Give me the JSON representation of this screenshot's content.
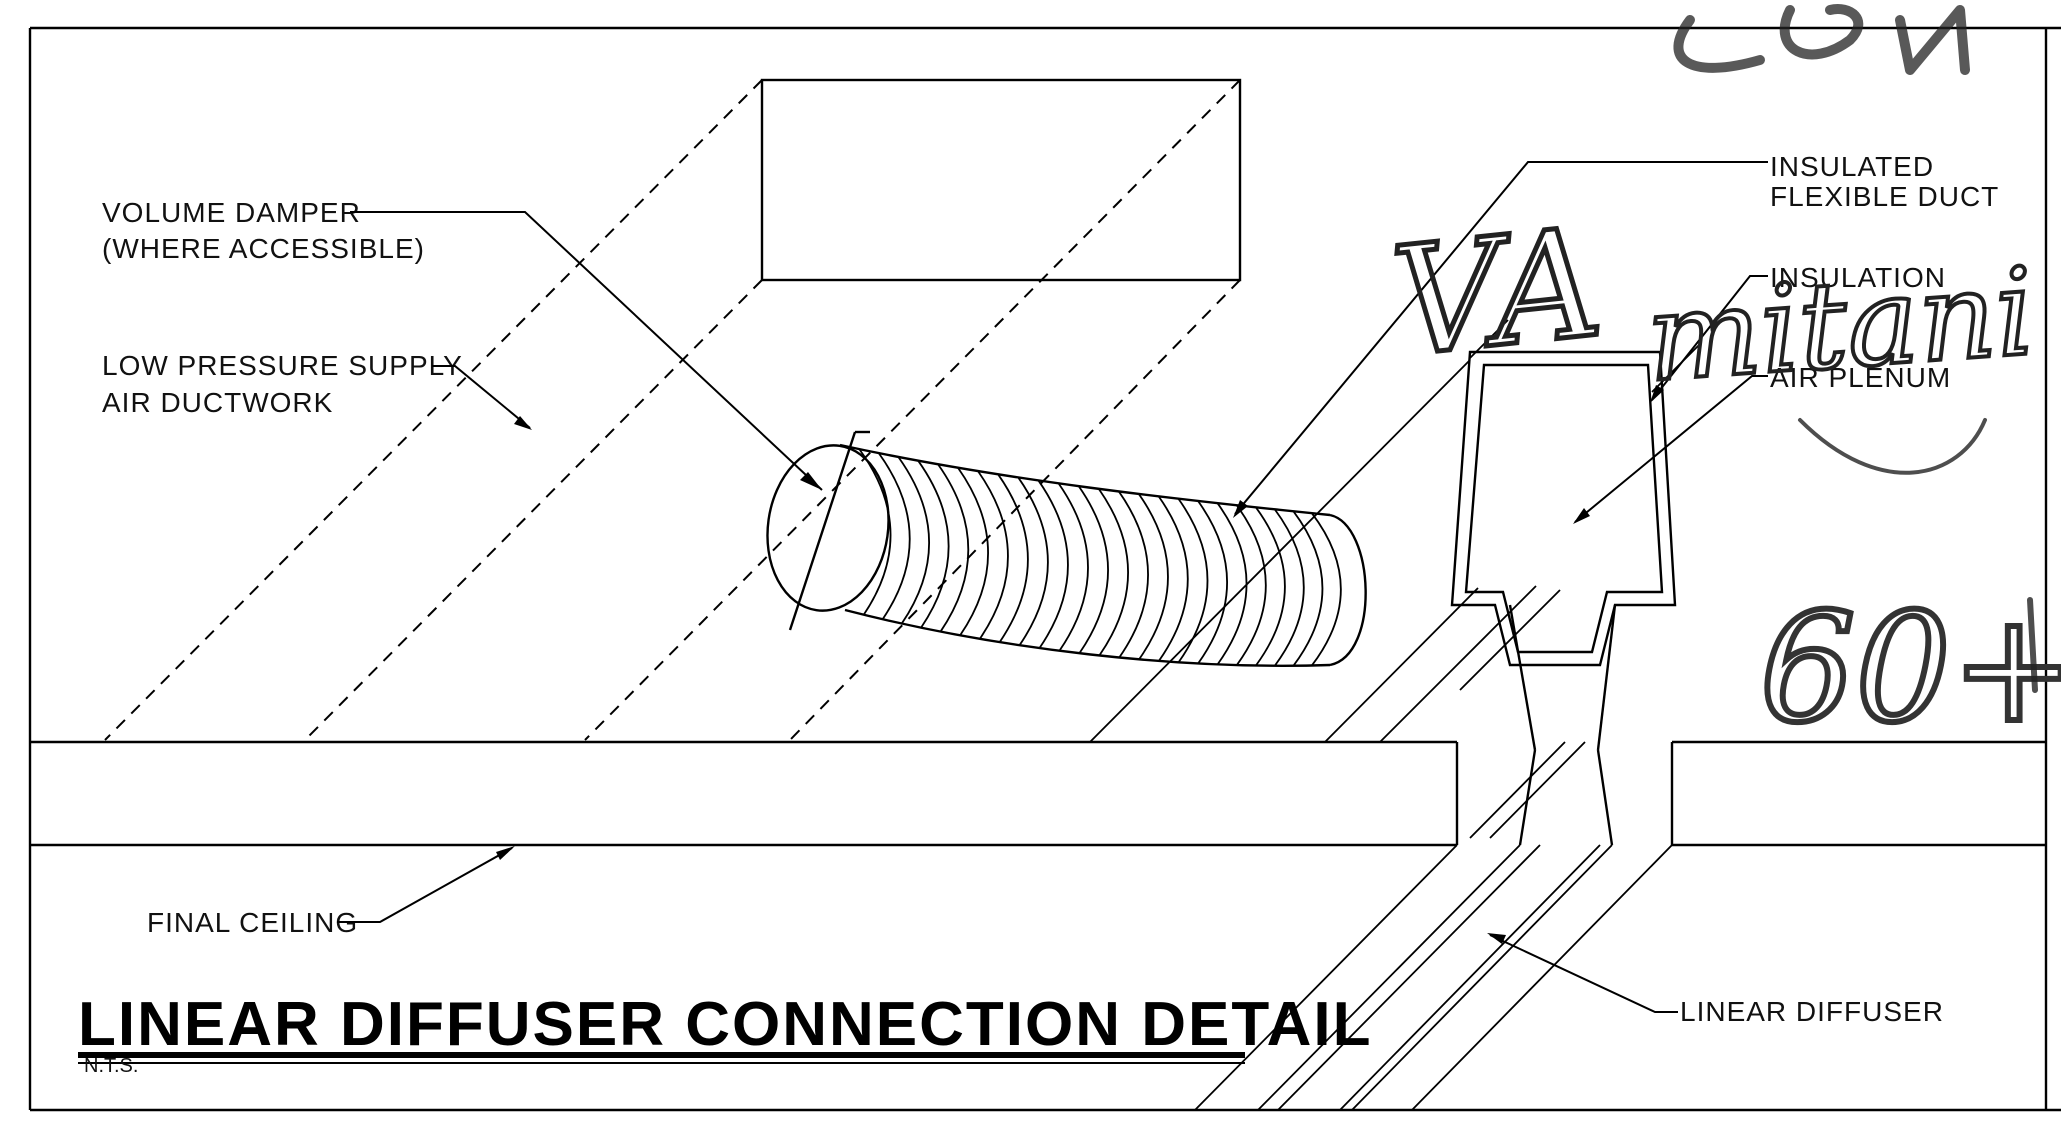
{
  "title": "LINEAR DIFFUSER CONNECTION DETAIL",
  "scale_note": "N.T.S.",
  "labels": {
    "volume_damper_line1": "VOLUME DAMPER",
    "volume_damper_line2": "(WHERE ACCESSIBLE)",
    "low_pressure_line1": "LOW PRESSURE SUPPLY",
    "low_pressure_line2": "AIR DUCTWORK",
    "insulated_flex_line1": "INSULATED",
    "insulated_flex_line2": "FLEXIBLE DUCT",
    "insulation": "INSULATION",
    "air_plenum": "AIR PLENUM",
    "final_ceiling": "FINAL CEILING",
    "linear_diffuser": "LINEAR DIFFUSER"
  },
  "handwriting": {
    "note1": "VA",
    "note2": "mitani",
    "note3": "60+"
  },
  "colors": {
    "ink": "#000000",
    "paper": "#ffffff",
    "pencil": "#222222"
  }
}
